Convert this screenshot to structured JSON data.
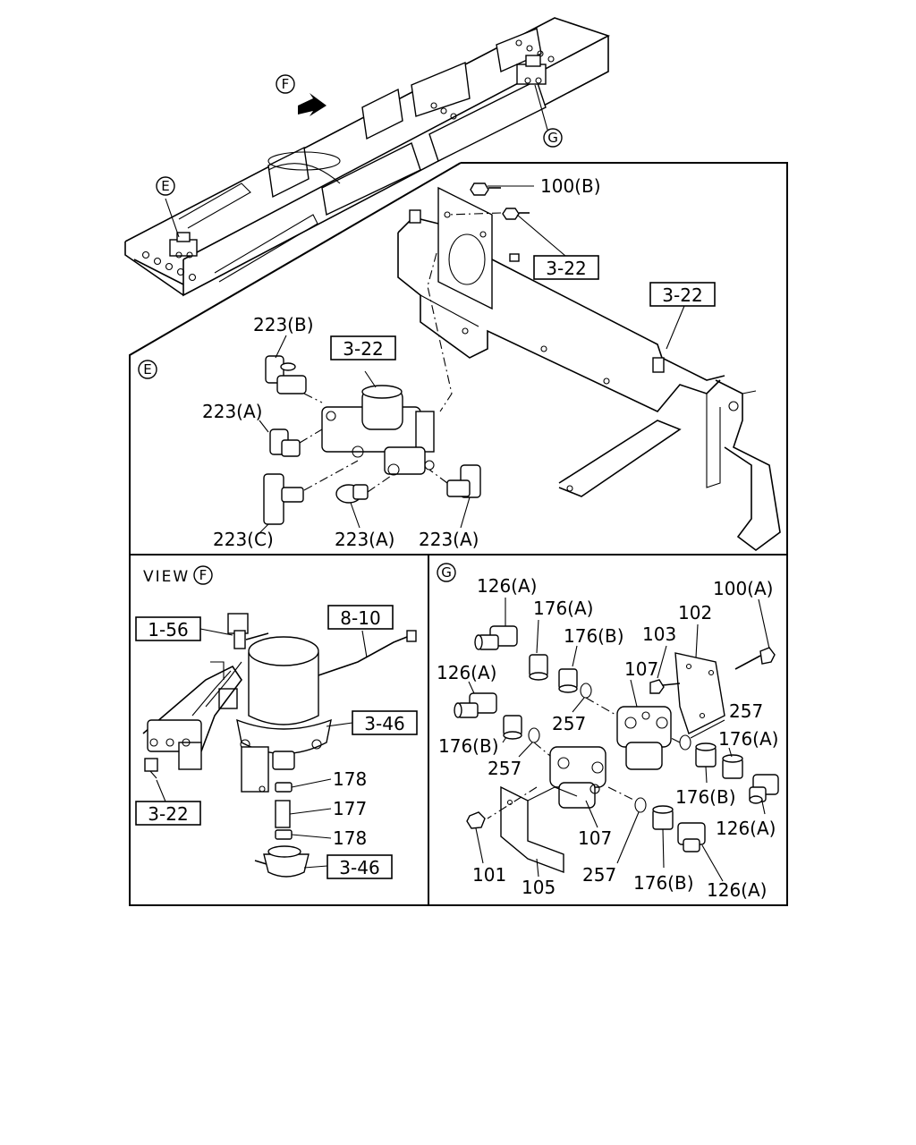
{
  "view_markers": {
    "f": "F",
    "g": "G",
    "e": "E"
  },
  "view_title": {
    "prefix": "VIEW",
    "letter": "F"
  },
  "part_numbers": {
    "p100b": "100(B)",
    "p100a": "100(A)",
    "p223b": "223(B)",
    "p223a1": "223(A)",
    "p223c": "223(C)",
    "p223a2": "223(A)",
    "p223a3": "223(A)",
    "p178a": "178",
    "p177": "177",
    "p178b": "178",
    "p126a1": "126(A)",
    "p176a1": "176(A)",
    "p176b1": "176(B)",
    "p103": "103",
    "p102": "102",
    "p126a2": "126(A)",
    "p107a": "107",
    "p257a": "257",
    "p257b": "257",
    "p176b2": "176(B)",
    "p257c": "257",
    "p176a2": "176(A)",
    "p176b3": "176(B)",
    "p126a3": "126(A)",
    "p107b": "107",
    "p101": "101",
    "p105": "105",
    "p257d": "257",
    "p176b4": "176(B)",
    "p126a4": "126(A)"
  },
  "reference_boxes": {
    "r322a": "3-22",
    "r322b": "3-22",
    "r322c": "3-22",
    "r156": "1-56",
    "r810": "8-10",
    "r346a": "3-46",
    "r322d": "3-22",
    "r346b": "3-46"
  }
}
